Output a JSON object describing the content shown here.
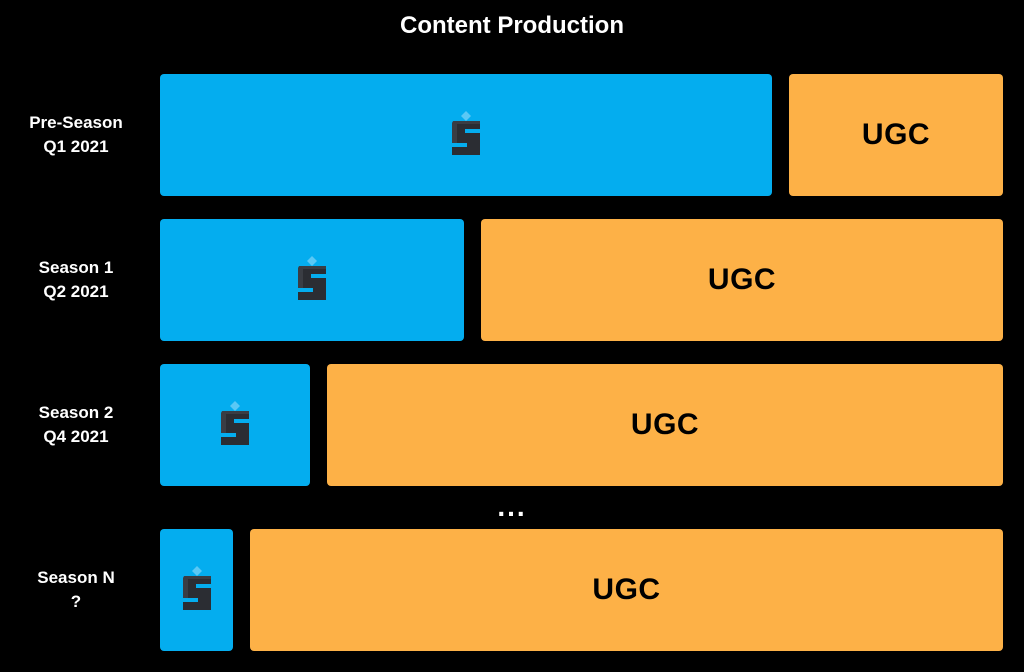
{
  "title": "Content Production",
  "colors": {
    "studio": "#04adef",
    "ugc": "#fdb147",
    "background": "#000000"
  },
  "logo_icon": "s-logo-icon",
  "rows": [
    {
      "label_line1": "Pre-Season",
      "label_line2": "Q1 2021",
      "studio_share": 0.74,
      "ugc_label": "UGC"
    },
    {
      "label_line1": "Season 1",
      "label_line2": "Q2 2021",
      "studio_share": 0.37,
      "ugc_label": "UGC"
    },
    {
      "label_line1": "Season 2",
      "label_line2": "Q4 2021",
      "studio_share": 0.18,
      "ugc_label": "UGC"
    },
    {
      "label_line1": "Season N",
      "label_line2": "?",
      "studio_share": 0.09,
      "ugc_label": "UGC"
    }
  ],
  "ellipsis": "..."
}
